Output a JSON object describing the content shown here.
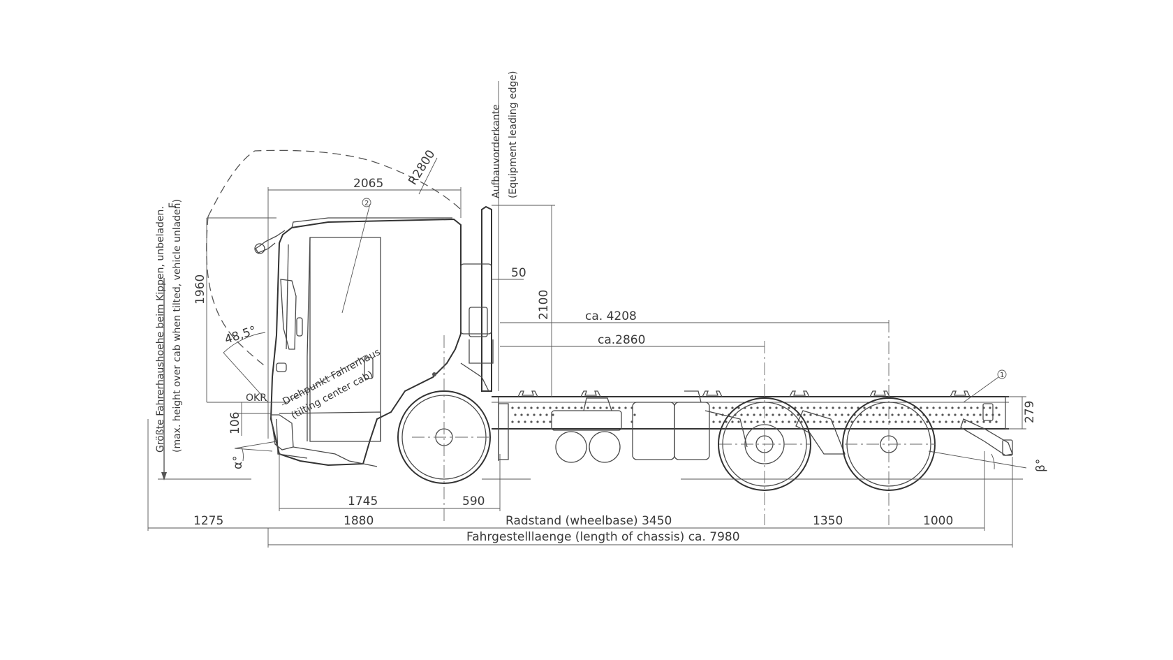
{
  "labels": {
    "cab_length": "2065",
    "tilt_radius": "R2800",
    "equipment_edge_de": "Aufbauvorderkante",
    "equipment_edge_en": "(Equipment leading edge)",
    "flag_f": "F",
    "max_height_de": "Größte Fahrerhaushoehe beim Kippen, unbeladen.",
    "max_height_en": "(max. height over cab when tilted, vehicle unladen)",
    "cab_height": "1960",
    "tilt_angle": "48,5°",
    "exhaust_offset": "50",
    "height_2100": "2100",
    "ca_4208": "ca. 4208",
    "ca_2860": "ca.2860",
    "okr": "OKR",
    "tilt_center_de": "Drehpunkt Fahrerhaus",
    "tilt_center_en": "(tilting center cab)",
    "frame_106": "106",
    "frame_279": "279",
    "approach_angle": "α°",
    "departure_angle": "β°",
    "callout_1": "1",
    "callout_2": "2",
    "dim_1745": "1745",
    "dim_590": "590",
    "dim_1275": "1275",
    "dim_1880": "1880",
    "wheelbase": "Radstand (wheelbase) 3450",
    "dim_1350": "1350",
    "dim_1000": "1000",
    "chassis_length": "Fahrgestelllaenge (length of chassis) ca. 7980"
  }
}
